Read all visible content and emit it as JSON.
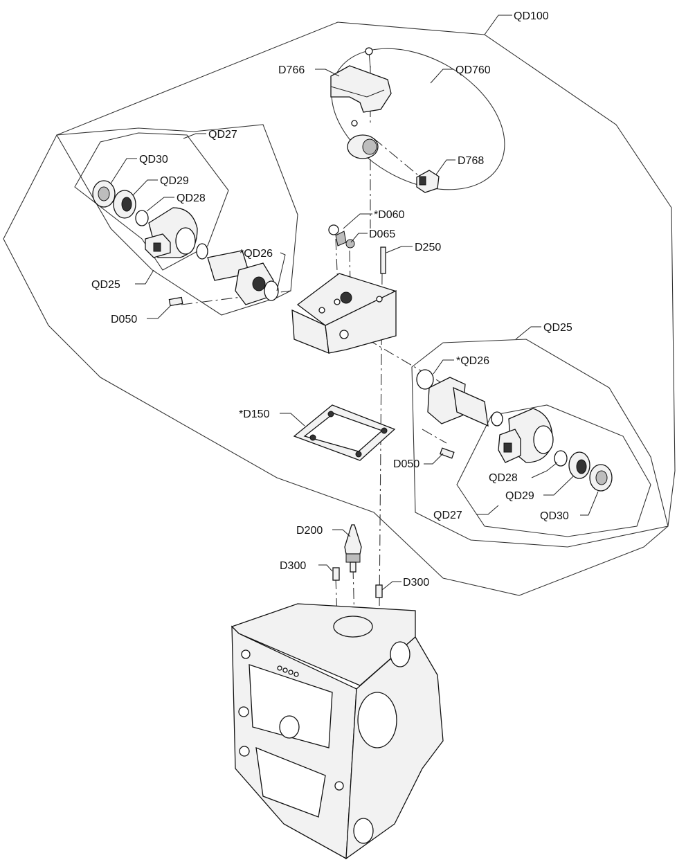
{
  "labels": {
    "qd100": "QD100",
    "d766": "D766",
    "qd760": "QD760",
    "d768": "D768",
    "qd27_top": "QD27",
    "qd30_left": "QD30",
    "qd29_left": "QD29",
    "qd28_left": "QD28",
    "qd26_left": "*QD26",
    "qd25_left": "QD25",
    "d050_left": "D050",
    "d060": "*D060",
    "d065": "D065",
    "d250": "D250",
    "qd25_right": "QD25",
    "qd26_right": "*QD26",
    "d150": "*D150",
    "d050_right": "D050",
    "qd28_right": "QD28",
    "qd29_right": "QD29",
    "qd30_right": "QD30",
    "qd27_right": "QD27",
    "d200": "D200",
    "d300_left": "D300",
    "d300_right": "D300"
  },
  "colors": {
    "line": "#333333",
    "fill": "#f2f2f2",
    "dark": "#333333"
  }
}
